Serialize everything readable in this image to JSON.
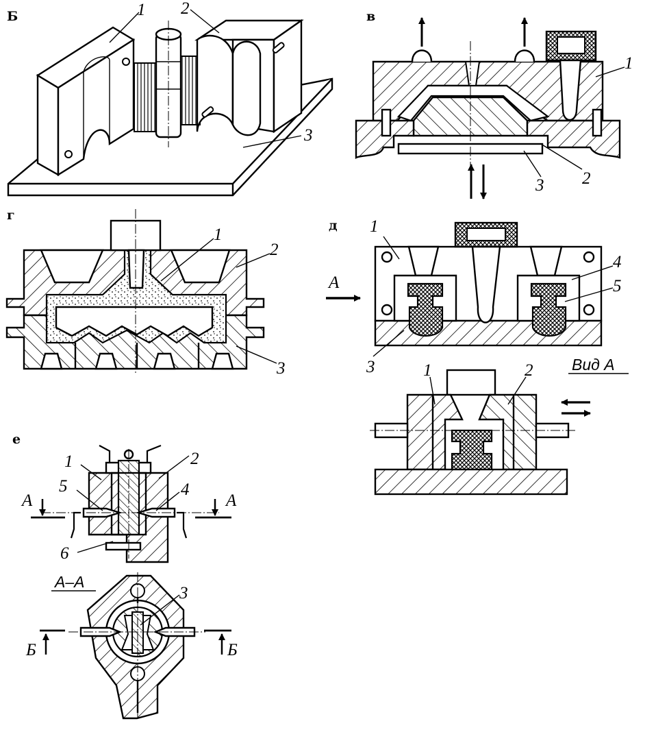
{
  "panels": {
    "b": {
      "letter": "Б",
      "labels": [
        "1",
        "2",
        "3"
      ]
    },
    "v": {
      "letter": "в",
      "labels": [
        "1",
        "2",
        "3"
      ]
    },
    "g": {
      "letter": "г",
      "labels": [
        "1",
        "2",
        "3"
      ]
    },
    "d": {
      "letter": "д",
      "labels": [
        "1",
        "4",
        "5",
        "3"
      ],
      "arrow_label": "А",
      "view_title": "Вид А",
      "view_labels": [
        "1",
        "2"
      ]
    },
    "e": {
      "letter": "е",
      "labels": [
        "1",
        "2",
        "5",
        "4",
        "6",
        "3"
      ],
      "section_marks": [
        "А",
        "А"
      ],
      "section_title": "А–А",
      "section_b_marks": [
        "Б",
        "Б"
      ]
    }
  },
  "colors": {
    "ink": "#000000",
    "paper": "#ffffff"
  }
}
